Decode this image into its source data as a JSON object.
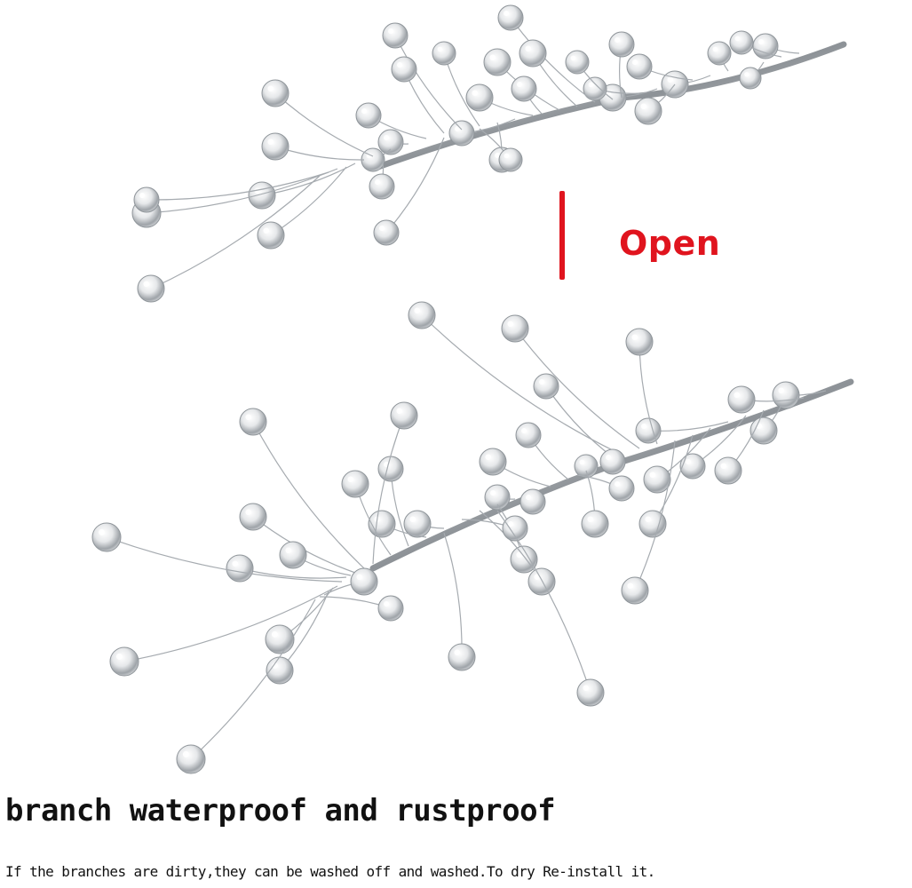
{
  "product_image": {
    "icon": "crystal-bead-branch",
    "subject_color": "#c9cdd2",
    "stem_color": "#9aa0a6"
  },
  "open_indicator": {
    "label": "Open",
    "color": "#e0141e"
  },
  "caption": {
    "title": "branch waterproof and rustproof",
    "description": "If the branches are dirty,they can be washed off and washed.To dry Re-install it."
  }
}
